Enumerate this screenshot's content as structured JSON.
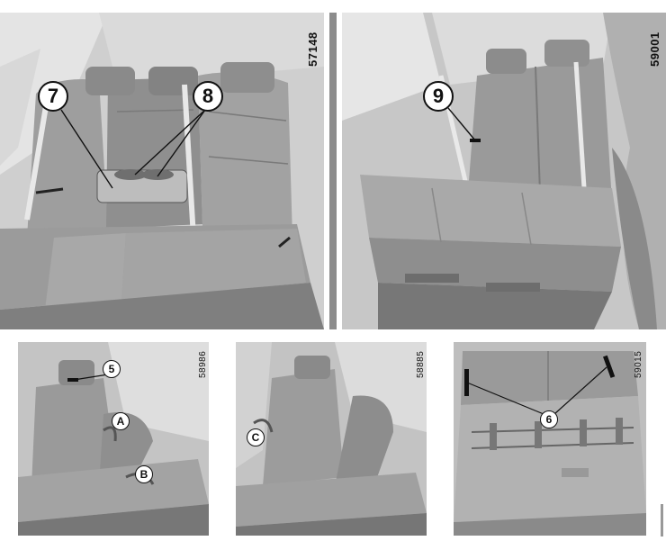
{
  "panels": {
    "p1": {
      "ref": "57148",
      "callouts": [
        "7",
        "8"
      ]
    },
    "p2": {
      "ref": "59001",
      "callouts": [
        "9"
      ]
    },
    "p3": {
      "ref": "58986",
      "callouts": [
        "5",
        "A",
        "B"
      ]
    },
    "p4": {
      "ref": "58885",
      "callouts": [
        "C"
      ]
    },
    "p5": {
      "ref": "59015",
      "callouts": [
        "6"
      ]
    }
  }
}
